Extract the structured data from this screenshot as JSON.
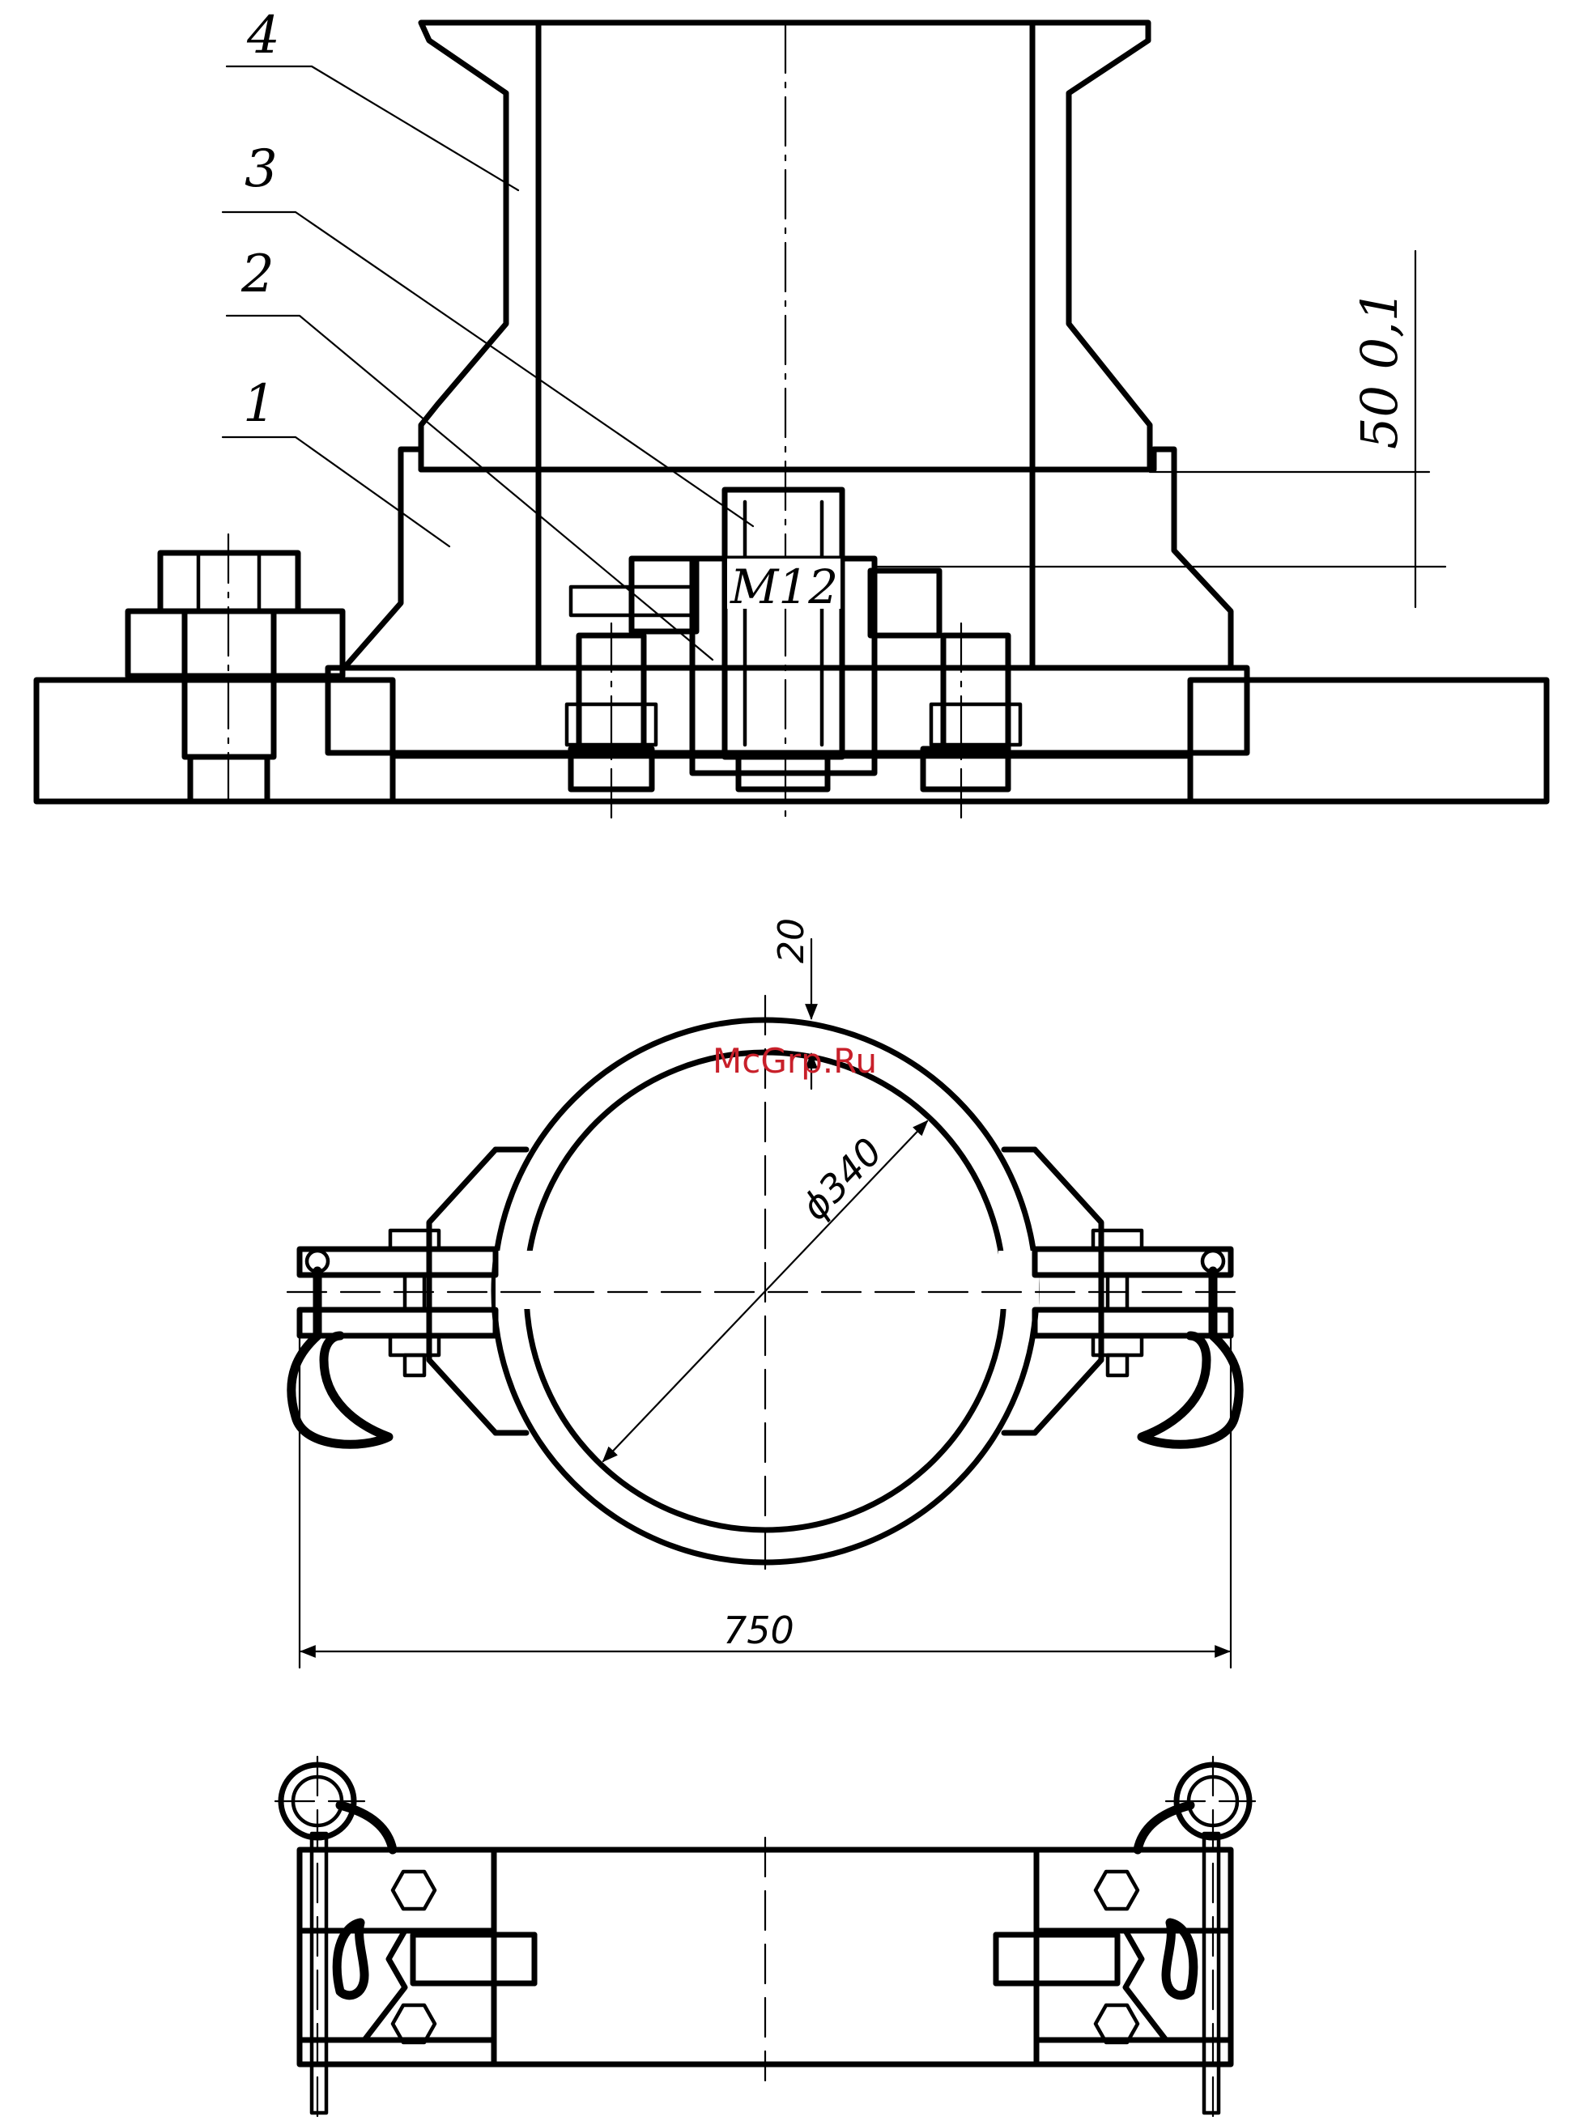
{
  "callouts": [
    {
      "num": "4"
    },
    {
      "num": "3"
    },
    {
      "num": "2"
    },
    {
      "num": "1"
    }
  ],
  "thread_label": "M12",
  "height_dimension": "50  0,1",
  "top_view": {
    "wall_dimension": "20",
    "diameter_dimension": "ϕ340",
    "width_dimension": "750"
  },
  "watermark": "McGrp.Ru"
}
